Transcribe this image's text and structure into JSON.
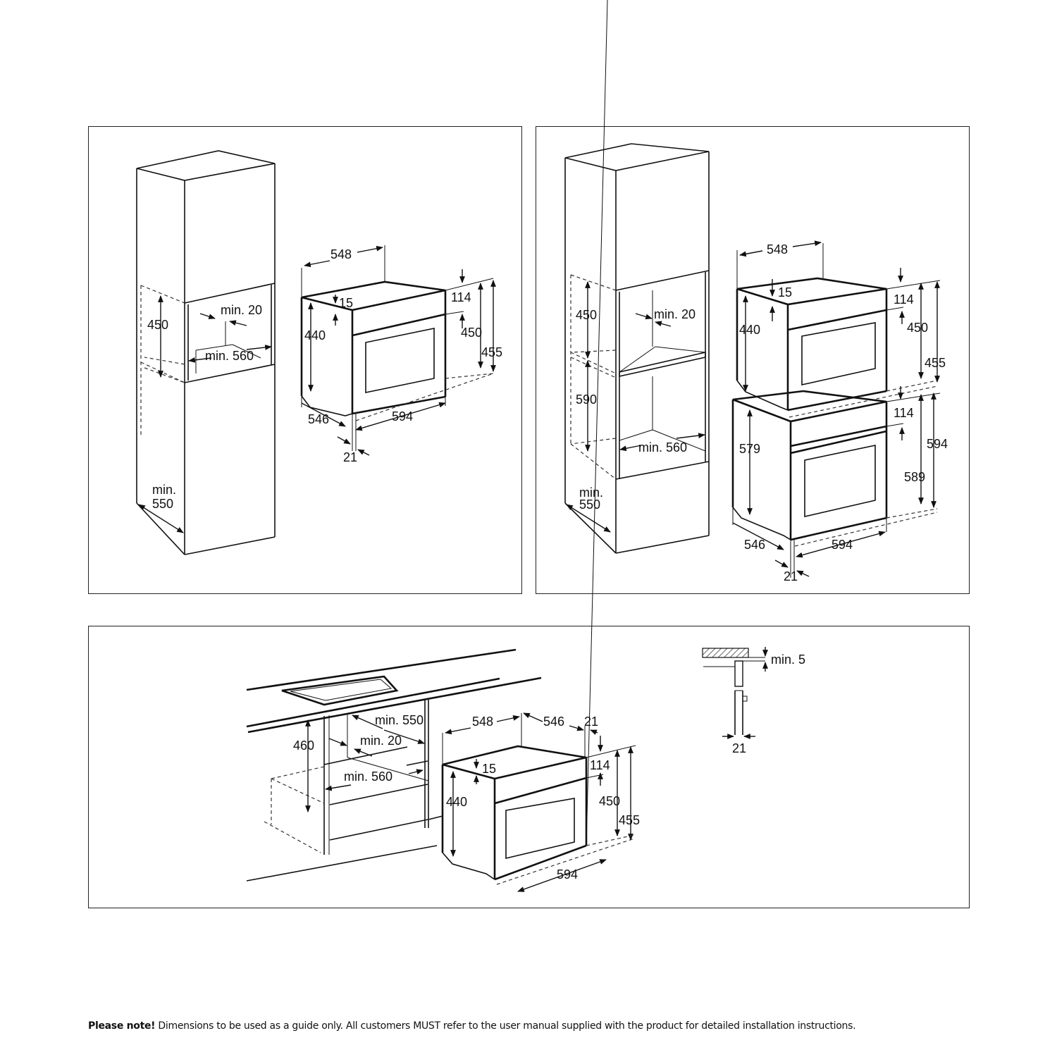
{
  "panels": {
    "single_tall": {
      "cabinet": {
        "niche_height": "450",
        "rear_gap": "min. 20",
        "niche_width": "min. 560",
        "depth": "min.\n550",
        "depth_line1": "min.",
        "depth_line2": "550"
      },
      "appliance": {
        "total_depth": "548",
        "top_inset": "15",
        "body_height": "440",
        "panel_height": "114",
        "front_height": "450",
        "total_height": "455",
        "body_depth": "546",
        "width": "594",
        "front_thickness": "21"
      }
    },
    "double_tall": {
      "cabinet": {
        "upper_niche_height": "450",
        "lower_niche_height": "590",
        "rear_gap": "min. 20",
        "niche_width": "min. 560",
        "depth_line1": "min.",
        "depth_line2": "550"
      },
      "upper_appliance": {
        "total_depth": "548",
        "top_inset": "15",
        "body_height": "440",
        "panel_height": "114",
        "front_height": "450",
        "total_height": "455"
      },
      "lower_appliance": {
        "body_height": "579",
        "panel_height": "114",
        "front_height": "589",
        "total_height": "594",
        "body_depth": "546",
        "width": "594",
        "front_thickness": "21"
      }
    },
    "under_counter": {
      "cabinet": {
        "niche_height": "460",
        "depth": "min. 550",
        "rear_gap": "min. 20",
        "niche_width": "min. 560"
      },
      "appliance": {
        "total_depth": "548",
        "body_depth": "546",
        "front_thickness": "21",
        "top_inset": "15",
        "body_height": "440",
        "panel_height": "114",
        "front_height": "450",
        "total_height": "455",
        "width": "594"
      },
      "detail": {
        "gap": "min. 5",
        "thickness": "21"
      }
    }
  },
  "footer": {
    "note_bold": "Please note!",
    "note_text": " Dimensions to be used as a guide only. All customers MUST refer to the user manual supplied with the product for detailed installation instructions."
  }
}
